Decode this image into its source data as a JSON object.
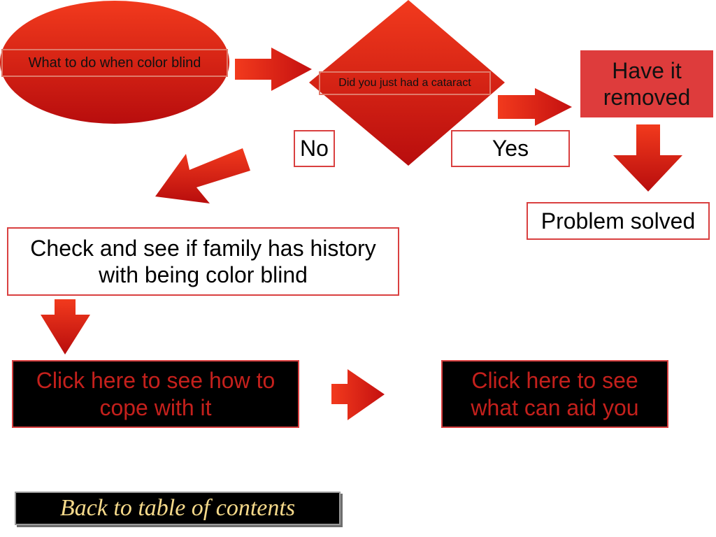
{
  "colors": {
    "shape_light": "#f23a1d",
    "shape_dark": "#b80d0d",
    "box_border": "#d94040",
    "removed_fill": "#de3c3c",
    "link_text": "#c4201c",
    "back_text": "#f5d98a"
  },
  "flow": {
    "start": "What to do when color blind",
    "question": "Did you just had a cataract",
    "no": "No",
    "yes": "Yes",
    "have_removed": "Have it removed",
    "problem_solved": "Problem solved",
    "check_family": "Check and see if family has history with being color blind",
    "cope_link": "Click here to see how to cope with it",
    "aid_link": "Click here to see what can aid you"
  },
  "nav": {
    "back": "Back to table of contents"
  }
}
